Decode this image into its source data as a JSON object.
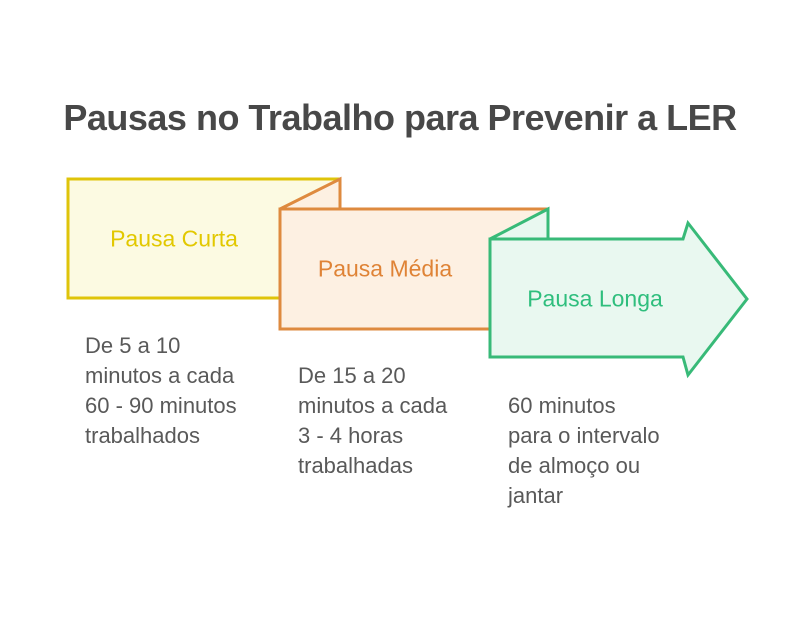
{
  "title": "Pausas no Trabalho para Prevenir a LER",
  "colors": {
    "background": "#ffffff",
    "title_text": "#484848",
    "description_text": "#595959"
  },
  "steps": [
    {
      "label": "Pausa Curta",
      "description": "De 5 a 10\nminutos a cada\n60 - 90 minutos\ntrabalhados",
      "border_color": "#dfc40a",
      "fill_color": "#fcfae2",
      "label_color": "#e2c800"
    },
    {
      "label": "Pausa Média",
      "description": "De 15 a 20\nminutos a cada\n3 - 4 horas\ntrabalhadas",
      "border_color": "#de8a3f",
      "fill_color": "#fdf0e2",
      "label_color": "#df8336"
    },
    {
      "label": "Pausa Longa",
      "description": "60 minutos\npara o intervalo\nde almoço ou\njantar",
      "border_color": "#38ba78",
      "fill_color": "#e9f8f0",
      "label_color": "#2fbe7d"
    }
  ]
}
